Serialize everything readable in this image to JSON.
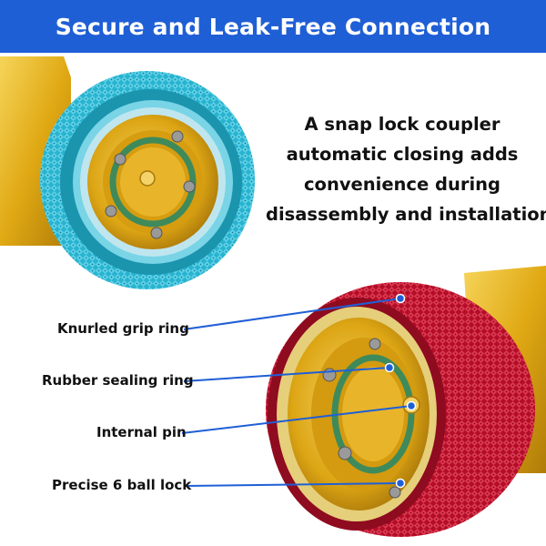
{
  "banner": {
    "title": "Secure and Leak-Free Connection",
    "background": "#1f5fd6"
  },
  "description": {
    "lines": [
      "A snap lock coupler",
      "automatic closing adds",
      "convenience during",
      "disassembly and installation."
    ]
  },
  "callouts": [
    {
      "label": "Knurled grip ring"
    },
    {
      "label": "Rubber sealing ring"
    },
    {
      "label": "Internal pin"
    },
    {
      "label": "Precise 6 ball lock"
    }
  ],
  "colors": {
    "blue_coupler": "#2ab3cf",
    "red_coupler": "#c8102e",
    "brass": "#e3b21a",
    "seal_green": "#3f8a5a",
    "leader_line": "#1f5fd6"
  }
}
